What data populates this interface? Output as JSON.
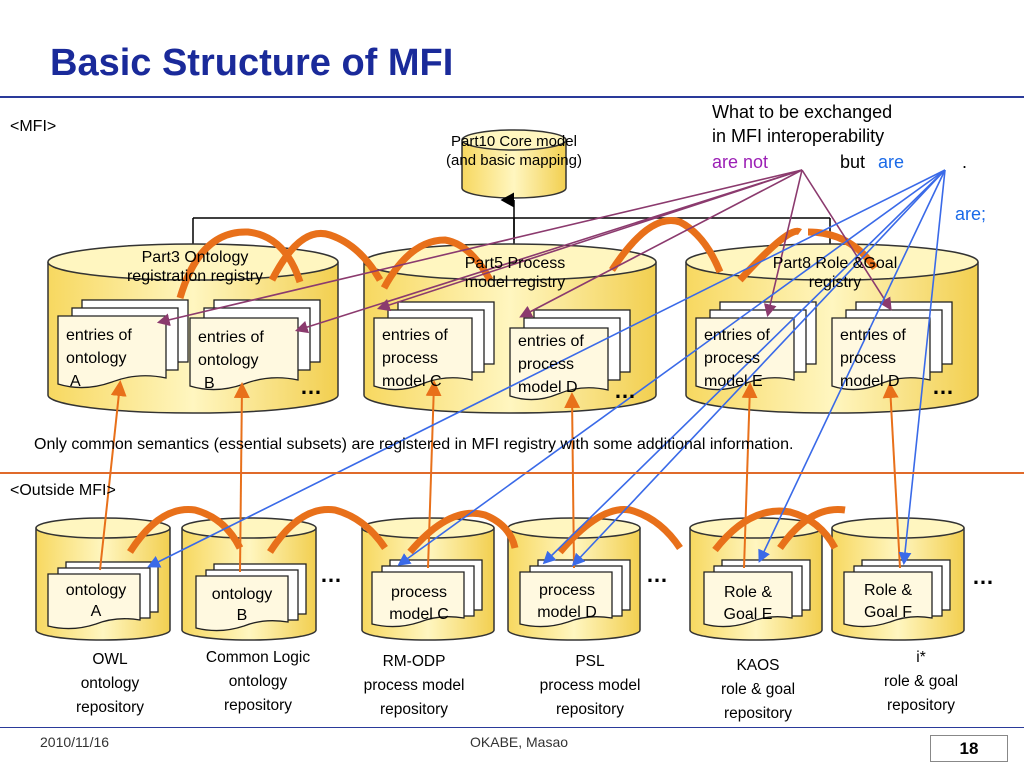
{
  "title": "Basic Structure of MFI",
  "sections": {
    "mfi": "<MFI>",
    "outside": "<Outside MFI>"
  },
  "note": {
    "line1": "What to be exchanged",
    "line2": "in MFI interoperability",
    "are_not": "are not",
    "but": "but",
    "are": "are",
    "period": ".",
    "are_semicolon": "are;"
  },
  "core_model": {
    "line1": "Part10 Core model",
    "line2": "(and basic mapping)"
  },
  "registries": [
    {
      "line1": "Part3 Ontology",
      "line2": "registration registry",
      "entries": [
        {
          "l1": "entries of",
          "l2": "ontology",
          "l3": "A"
        },
        {
          "l1": "entries of",
          "l2": "ontology",
          "l3": "B"
        }
      ],
      "dots": "…"
    },
    {
      "line1": "Part5 Process",
      "line2": "model registry",
      "entries": [
        {
          "l1": "entries of",
          "l2": "process",
          "l3": "model C"
        },
        {
          "l1": "entries of",
          "l2": "process",
          "l3": "model D"
        }
      ],
      "dots": "…"
    },
    {
      "line1": "Part8 Role &Goal",
      "line2": "registry",
      "entries": [
        {
          "l1": "entries of",
          "l2": "process",
          "l3": "model E"
        },
        {
          "l1": "entries of",
          "l2": "process",
          "l3": "model D"
        }
      ],
      "dots": "…"
    }
  ],
  "middle_note": "Only common semantics (essential subsets) are registered in MFI registry with some additional information.",
  "outside_repos": [
    {
      "doc1": "ontology",
      "doc2": "A",
      "label": [
        "OWL",
        "ontology",
        "repository"
      ]
    },
    {
      "doc1": "ontology",
      "doc2": "B",
      "label": [
        "Common Logic",
        "ontology",
        "repository"
      ]
    },
    {
      "doc1": "process",
      "doc2": "model C",
      "label": [
        "RM-ODP",
        "process model",
        "repository"
      ]
    },
    {
      "doc1": "process",
      "doc2": "model D",
      "label": [
        "PSL",
        "process model",
        "repository"
      ]
    },
    {
      "doc1": "Role &",
      "doc2": "Goal E",
      "label": [
        "KAOS",
        "role & goal",
        "repository"
      ]
    },
    {
      "doc1": "Role &",
      "doc2": "Goal F",
      "label": [
        "i*",
        "role & goal",
        "repository"
      ]
    }
  ],
  "outside_dots": [
    "…",
    "…",
    "…"
  ],
  "footer": {
    "date": "2010/11/16",
    "author": "OKABE, Masao",
    "page": "18"
  },
  "colors": {
    "title": "#1a2a9a",
    "cylinder": "#fff2a8",
    "orange": "#e8701a",
    "purple": "#8b3a6e",
    "blue": "#3a6ae8",
    "are_not": "#9b1fb5",
    "are": "#1a6ae8"
  }
}
